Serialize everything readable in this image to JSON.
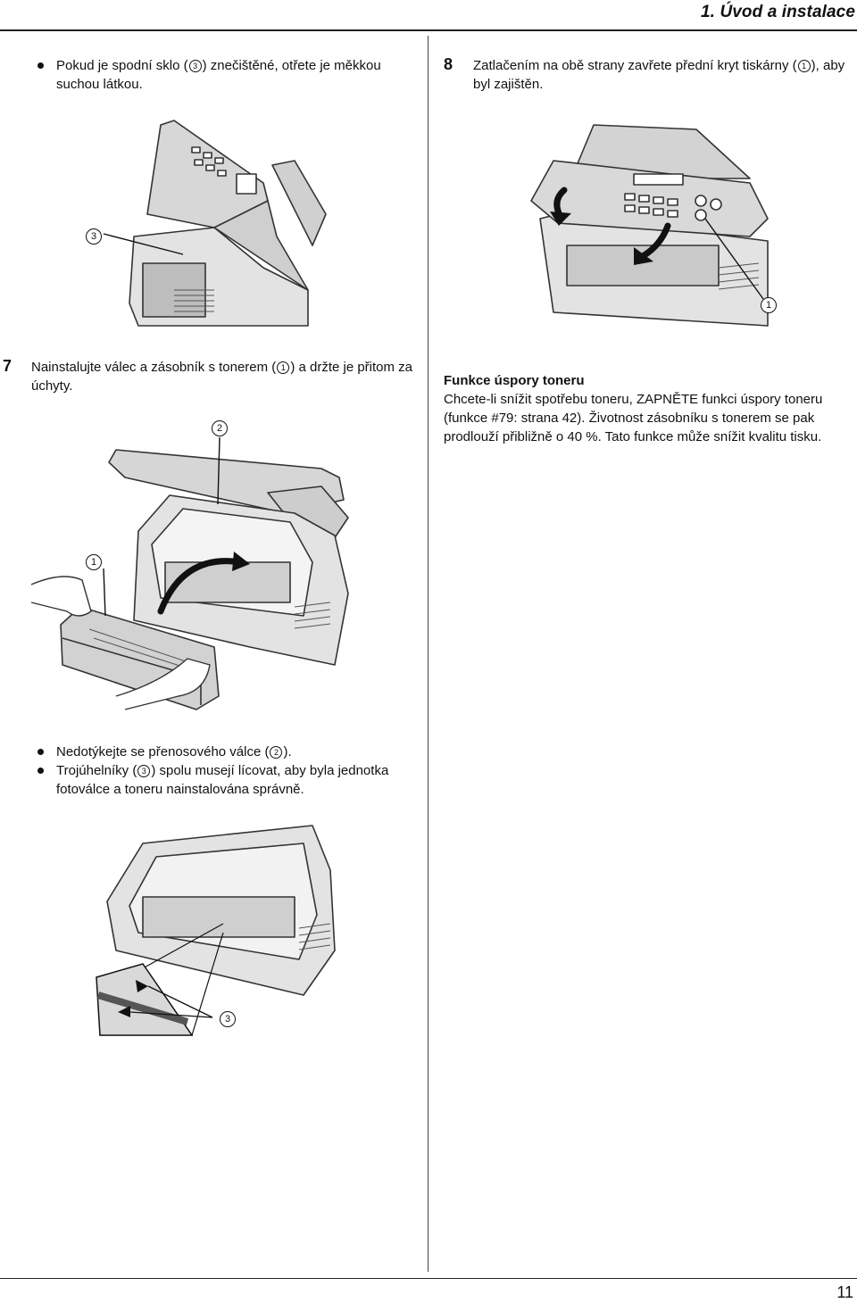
{
  "header": {
    "section_title": "1. Úvod a instalace"
  },
  "left_column": {
    "top_bullet": {
      "before": "Pokud je spodní sklo (",
      "ref": "3",
      "after": ") znečištěné, otřete je měkkou suchou látkou."
    },
    "step7": {
      "number": "7",
      "before": "Nainstalujte válec a zásobník s tonerem (",
      "ref": "1",
      "after": ") a držte je přitom za úchyty."
    },
    "figure_step7": {
      "callout_2": "2",
      "callout_1": "1"
    },
    "bullets": [
      {
        "before": "Nedotýkejte se přenosového válce (",
        "ref": "2",
        "after": ")."
      },
      {
        "before": "Trojúhelníky (",
        "ref": "3",
        "after": ") spolu musejí lícovat, aby byla jednotka fotoválce a toneru nainstalována správně."
      }
    ],
    "figure_triangles": {
      "callout_3": "3"
    }
  },
  "figure_top": {
    "callout_3": "3",
    "callout_1": "1"
  },
  "right_column": {
    "step8": {
      "number": "8",
      "before": "Zatlačením na obě strany zavřete přední kryt tiskárny (",
      "ref": "1",
      "after": "), aby byl zajištěn."
    },
    "tip": {
      "heading": "Funkce úspory toneru",
      "body": "Chcete-li snížit spotřebu toneru, ZAPNĚTE funkci úspory toneru (funkce #79: strana 42). Životnost zásobníku s tonerem se pak prodlouží přibližně o 40 %. Tato funkce může snížit kvalitu tisku."
    }
  },
  "footer": {
    "page_number": "11"
  }
}
